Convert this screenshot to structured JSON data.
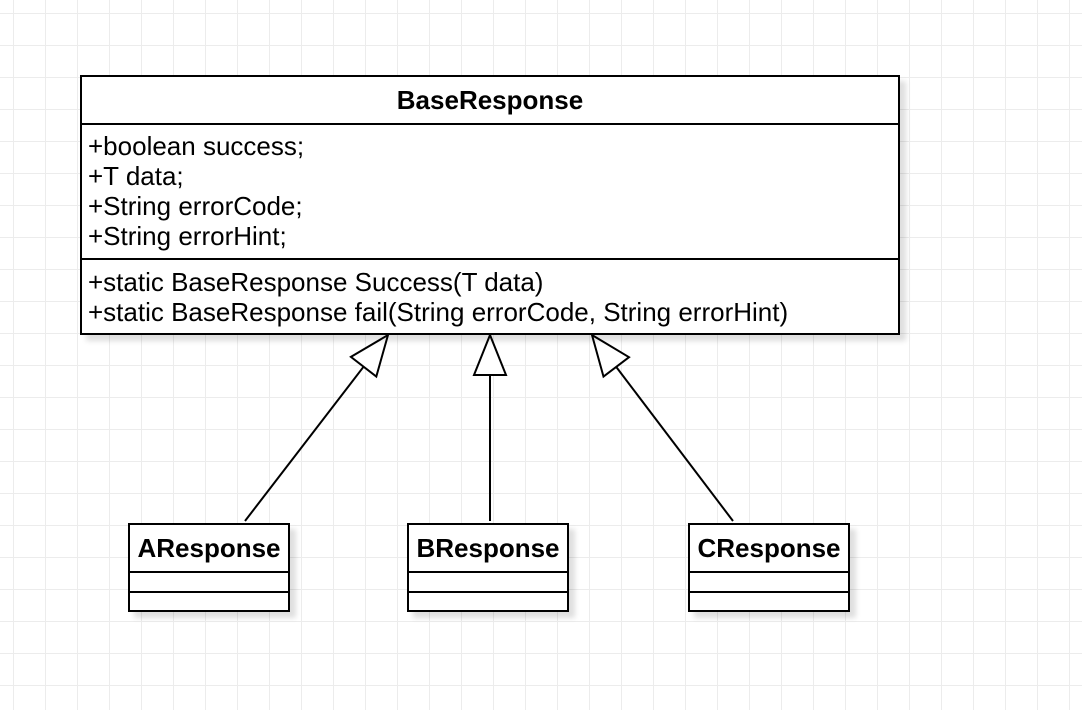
{
  "uml": {
    "base_class": {
      "name": "BaseResponse",
      "attributes": [
        "+boolean success;",
        "+T data;",
        "+String errorCode;",
        "+String errorHint;"
      ],
      "methods": [
        "+static BaseResponse Success(T data)",
        "+static BaseResponse fail(String errorCode, String errorHint)"
      ]
    },
    "subclasses": [
      {
        "name": "AResponse",
        "attributes": [],
        "methods": []
      },
      {
        "name": "BResponse",
        "attributes": [],
        "methods": []
      },
      {
        "name": "CResponse",
        "attributes": [],
        "methods": []
      }
    ],
    "relationships": [
      {
        "from": "AResponse",
        "to": "BaseResponse",
        "type": "inheritance"
      },
      {
        "from": "BResponse",
        "to": "BaseResponse",
        "type": "inheritance"
      },
      {
        "from": "CResponse",
        "to": "BaseResponse",
        "type": "inheritance"
      }
    ],
    "colors": {
      "shape_stroke": "#000000",
      "shape_fill": "#ffffff",
      "text": "#000000",
      "canvas_background": "#ffffff",
      "grid_line": "#ececec",
      "shadow": "#d9d9d9"
    }
  }
}
